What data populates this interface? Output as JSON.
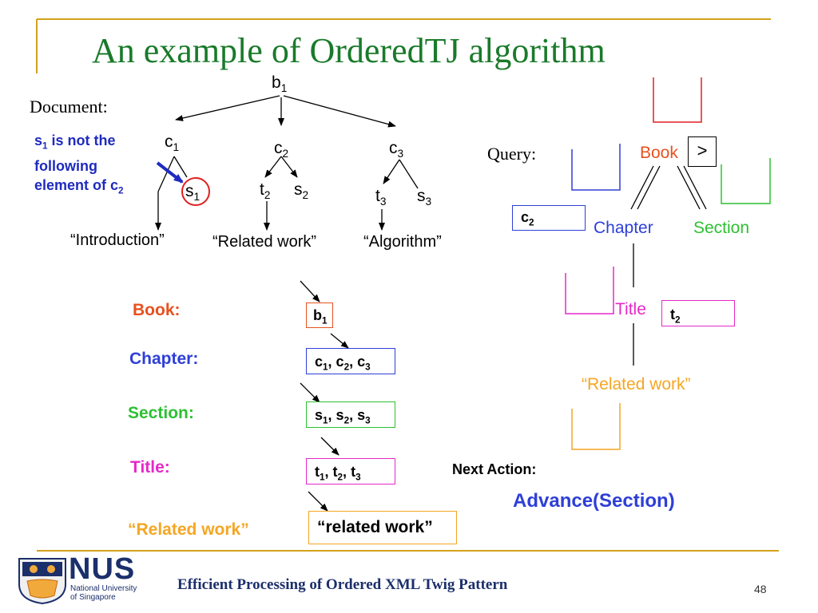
{
  "slide": {
    "title": "An example of OrderedTJ algorithm",
    "page_number": "48",
    "footer_text": "Efficient Processing of Ordered XML Twig Pattern"
  },
  "logo": {
    "name": "NUS",
    "line1": "National University",
    "line2": "of Singapore"
  },
  "document": {
    "label": "Document:",
    "note_line1": "is not the",
    "note_line2": "following",
    "note_line3": "element of c",
    "nodes": {
      "root": "b",
      "c": "c",
      "s": "s",
      "t": "t"
    },
    "texts": [
      "“Introduction”",
      "“Related work”",
      "“Algorithm”"
    ]
  },
  "query": {
    "label": "Query:",
    "book": "Book",
    "order_symbol": ">",
    "chapter": "Chapter",
    "section": "Section",
    "title": "Title",
    "text_value": "“Related work”",
    "stack_box_chapter": "c",
    "stack_box_title": "t"
  },
  "streams": {
    "book_label": "Book:",
    "chapter_label": "Chapter:",
    "section_label": "Section:",
    "title_label": "Title:",
    "text_label": "“Related work”",
    "book_root": "b",
    "text_content": "“related work”"
  },
  "next_action": {
    "label": "Next Action:",
    "action": "Advance(Section)"
  },
  "colors": {
    "title_green": "#1a7a2a",
    "book": "#e8501e",
    "chapter": "#2e3fd6",
    "section": "#2ec032",
    "title": "#e628c8",
    "text": "#f5a623",
    "note_blue": "#1f2bbf",
    "frame_gold": "#d4a21a",
    "red_circle": "#e02020"
  }
}
